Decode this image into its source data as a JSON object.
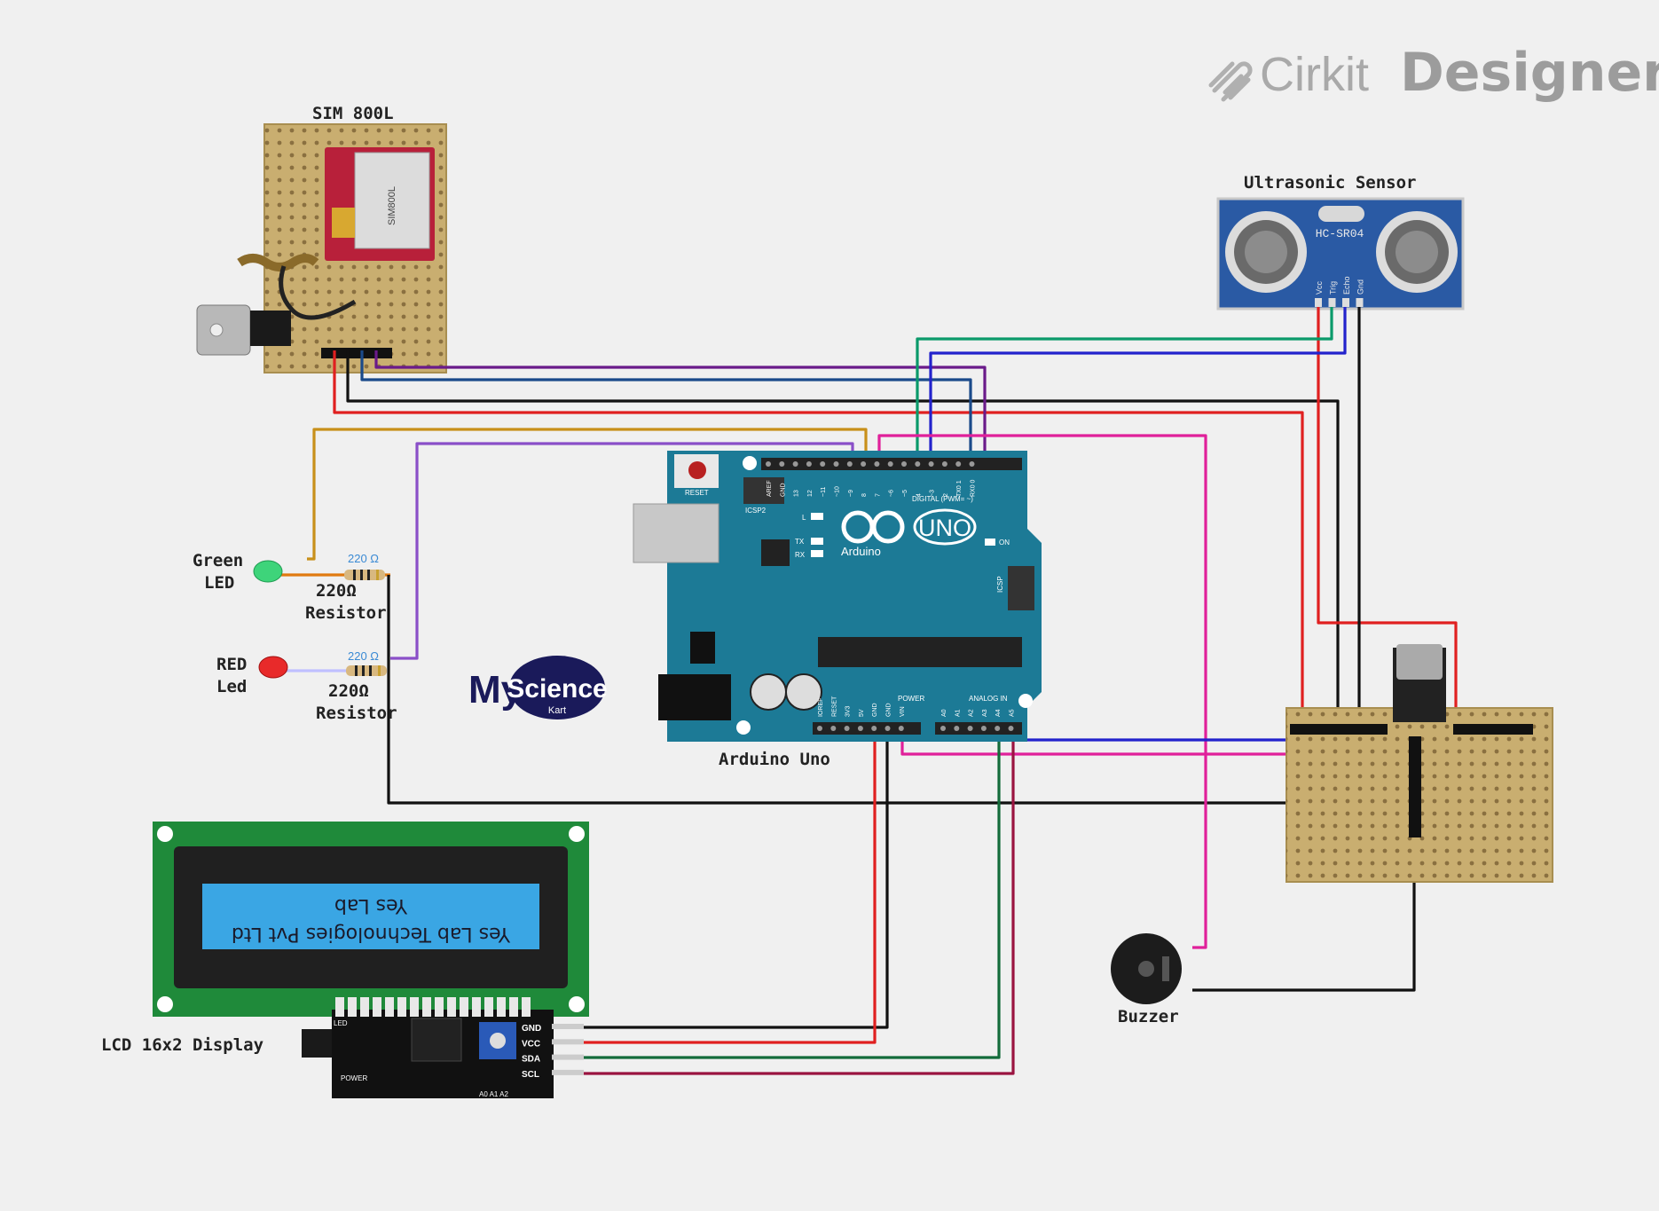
{
  "brand": {
    "name_light": "Cirkit",
    "name_bold": "Designer",
    "logo_icon": "cirkit-logo-icon"
  },
  "components": {
    "sim800l": {
      "label": "SIM 800L",
      "chip_text": "SIM800L"
    },
    "ultrasonic": {
      "label": "Ultrasonic Sensor",
      "model": "HC-SR04",
      "pins": [
        "Vcc",
        "Trig",
        "Echo",
        "Gnd"
      ]
    },
    "green_led": {
      "label_line1": "Green",
      "label_line2": "LED"
    },
    "red_led": {
      "label_line1": "RED",
      "label_line2": "Led"
    },
    "resistor1": {
      "label_line1": "220Ω",
      "label_line2": "Resistor",
      "value_tag": "220 Ω"
    },
    "resistor2": {
      "label_line1": "220Ω",
      "label_line2": "Resistor",
      "value_tag": "220 Ω"
    },
    "arduino": {
      "label": "Arduino Uno",
      "logo_text": "UNO",
      "brand_text": "Arduino",
      "reset": "RESET",
      "icsp2": "ICSP2",
      "icsp": "ICSP",
      "digital": "DIGITAL (PWM= ~)",
      "power": "POWER",
      "analog": "ANALOG IN",
      "on": "ON",
      "tx": "TX",
      "rx": "RX",
      "l": "L",
      "digital_pins": [
        "AREF",
        "GND",
        "13",
        "12",
        "~11",
        "~10",
        "~9",
        "8",
        "7",
        "~6",
        "~5",
        "4",
        "~3",
        "2",
        "TX0 1",
        "RX0 0"
      ],
      "power_pins": [
        "IOREF",
        "RESET",
        "3V3",
        "5V",
        "GND",
        "GND",
        "VIN"
      ],
      "analog_pins": [
        "A0",
        "A1",
        "A2",
        "A3",
        "A4",
        "A5"
      ]
    },
    "myscience": {
      "my": "My",
      "science": "Science",
      "kart": "Kart"
    },
    "lcd": {
      "label": "LCD 16x2 Display",
      "line1": "Yes Lab Technologies Pvt Ltd",
      "line2": "Yes Lab",
      "i2c_pins": [
        "GND",
        "VCC",
        "SDA",
        "SCL"
      ],
      "led_text": "LED",
      "power_text": "POWER",
      "addr_text": "A0 A1 A2"
    },
    "buzzer": {
      "label": "Buzzer"
    }
  },
  "colors": {
    "background": "#f0f0f0",
    "arduino_board": "#1c7a96",
    "perfboard": "#c9ae70",
    "ultrasonic_board": "#2a5aa4",
    "lcd_pcb": "#1f8a3a",
    "lcd_screen": "#3aa6e4",
    "wire_red": "#e02020",
    "wire_black": "#111111",
    "wire_green": "#0a9a6a",
    "wire_blue": "#2222cc",
    "wire_purple": "#6a1a8a",
    "wire_navy": "#1a4a8a",
    "wire_orange": "#c8901a",
    "wire_violet": "#8a4fc8",
    "wire_magenta": "#e0209a",
    "wire_darkgreen": "#136b3a",
    "wire_maroon": "#9a1440"
  }
}
